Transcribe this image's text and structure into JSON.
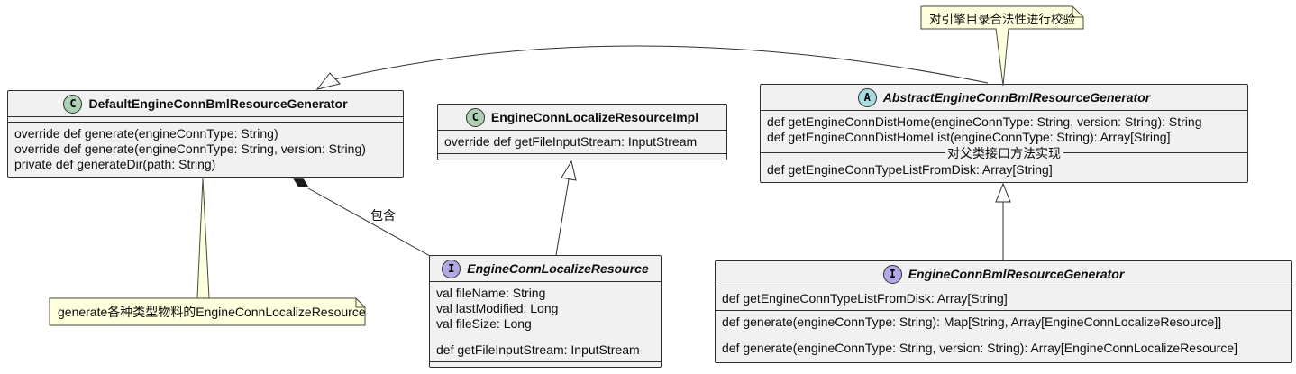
{
  "diagram_title": "EngineConn BML Resource Generator class diagram",
  "colors": {
    "box_fill": "#f1f1f1",
    "box_border": "#2f2f2f",
    "class_badge_fill": "#ADD1B2",
    "abstract_badge_fill": "#A9DCDF",
    "interface_badge_fill": "#B4A7E5",
    "note_fill": "#FEFFDD"
  },
  "classes": [
    {
      "badge": "C",
      "name": "DefaultEngineConnBmlResourceGenerator",
      "methods": [
        "override def generate(engineConnType: String)",
        "override def generate(engineConnType: String, version: String)",
        "private def generateDir(path: String)"
      ]
    },
    {
      "badge": "C",
      "name": "EngineConnLocalizeResourceImpl",
      "methods": [
        "override def getFileInputStream: InputStream"
      ]
    },
    {
      "badge": "A",
      "name": "AbstractEngineConnBmlResourceGenerator",
      "methods_top": [
        "def getEngineConnDistHome(engineConnType: String, version: String): String",
        "def getEngineConnDistHomeList(engineConnType: String): Array[String]"
      ],
      "separator_label": "对父类接口方法实现",
      "methods_bottom": [
        "def getEngineConnTypeListFromDisk: Array[String]"
      ]
    },
    {
      "badge": "I",
      "name": "EngineConnLocalizeResource",
      "fields": [
        "val fileName: String",
        "val lastModified: Long",
        "val fileSize: Long"
      ],
      "methods": [
        "def getFileInputStream: InputStream"
      ]
    },
    {
      "badge": "I",
      "name": "EngineConnBmlResourceGenerator",
      "methods_top": [
        "def getEngineConnTypeListFromDisk: Array[String]"
      ],
      "methods_bottom": [
        "def generate(engineConnType: String): Map[String, Array[EngineConnLocalizeResource]]",
        "def generate(engineConnType: String, version: String): Array[EngineConnLocalizeResource]"
      ]
    }
  ],
  "notes": {
    "top": "对引擎目录合法性进行校验",
    "bottom_left": "generate各种类型物料的EngineConnLocalizeResource"
  },
  "edge_labels": {
    "composition": "包含"
  }
}
